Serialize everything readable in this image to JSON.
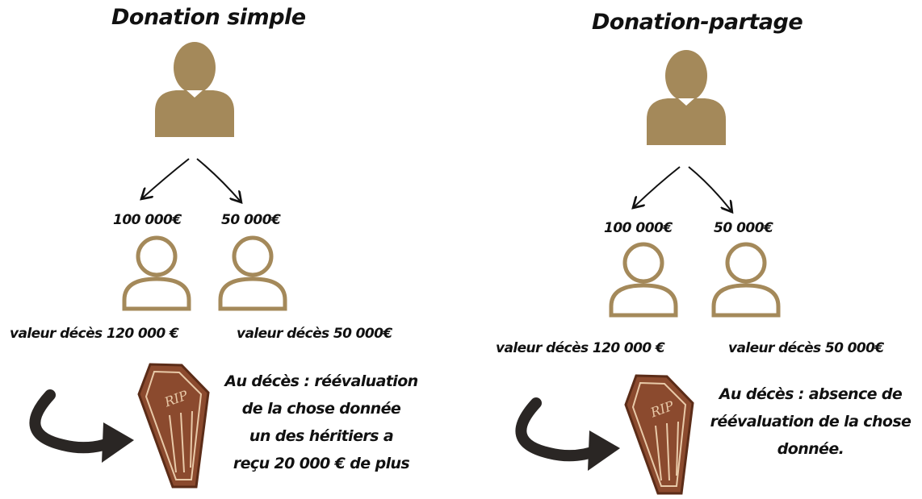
{
  "colors": {
    "gold": "#a4895a",
    "ink": "#111111",
    "coffin": "#8b4a2e",
    "coffin_light": "#e8c9a8",
    "arrow": "#2a2624"
  },
  "left": {
    "title": "Donation simple",
    "heirs": [
      {
        "amount": "100 000€",
        "value_at_death": "valeur décès 120 000 €"
      },
      {
        "amount": "50 000€",
        "value_at_death": "valeur décès 50 000€"
      }
    ],
    "coffin_label": "RIP",
    "note_lines": [
      "Au décès : réévaluation",
      "de la chose donnée",
      "un des héritiers a",
      "reçu 20 000 € de plus"
    ]
  },
  "right": {
    "title": "Donation-partage",
    "heirs": [
      {
        "amount": "100 000€",
        "value_at_death": "valeur décès 120 000 €"
      },
      {
        "amount": "50 000€",
        "value_at_death": "valeur décès 50 000€"
      }
    ],
    "coffin_label": "RIP",
    "note_lines": [
      "Au décès : absence de",
      "réévaluation de la chose",
      "donnée."
    ]
  },
  "icons": {
    "donor": "person-filled-icon",
    "heir": "person-outline-icon",
    "coffin": "coffin-icon",
    "arrow": "curved-arrow-icon"
  }
}
